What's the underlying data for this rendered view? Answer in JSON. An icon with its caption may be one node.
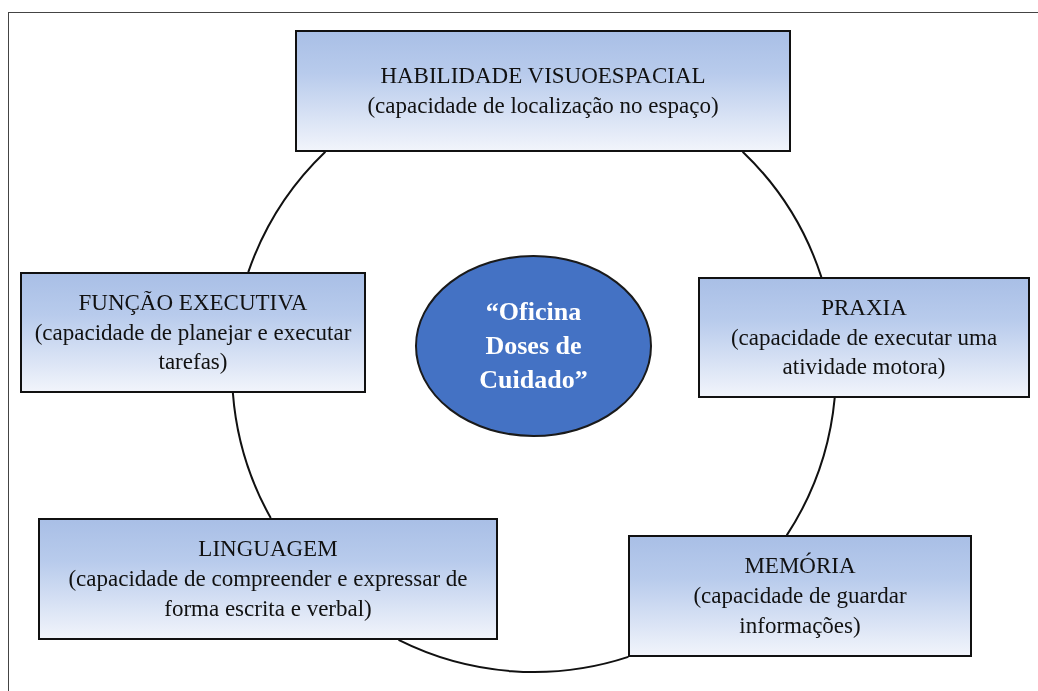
{
  "diagram": {
    "nodes": [
      {
        "text": [
          "HABILIDADE VISUOESPACIAL",
          "(capacidade de localização no espaço)"
        ]
      },
      {
        "text": [
          "FUNÇÃO EXECUTIVA",
          "(capacidade de planejar e executar tarefas)"
        ]
      },
      {
        "text": [
          "“Oficina Doses de Cuidado”"
        ]
      },
      {
        "text": [
          "PRAXIA",
          "(capacidade de executar uma atividade motora)"
        ]
      },
      {
        "text": [
          "LINGUAGEM",
          "(capacidade de compreender e expressar de forma escrita e verbal)"
        ]
      },
      {
        "text": [
          "MEMÓRIA",
          "(capacidade de guardar informações)"
        ]
      }
    ],
    "edges": [
      {
        "from": 0,
        "to": 3,
        "arrow": "none"
      },
      {
        "from": 3,
        "to": 5,
        "arrow": "none"
      },
      {
        "from": 5,
        "to": 4,
        "arrow": "none"
      },
      {
        "from": 4,
        "to": 1,
        "arrow": "none"
      },
      {
        "from": 1,
        "to": 0,
        "arrow": "none"
      }
    ]
  }
}
